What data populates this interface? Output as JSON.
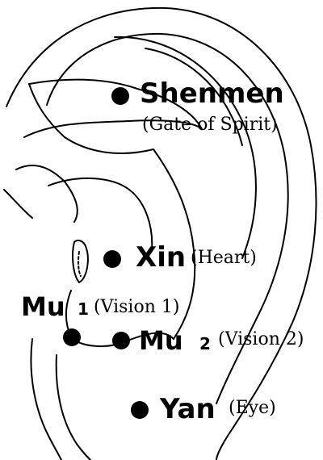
{
  "points": {
    "shenmen": {
      "name": "Shenmen",
      "translation": "(Gate of Spirit)"
    },
    "xin": {
      "name": "Xin",
      "translation": "(Heart)"
    },
    "mu1": {
      "name": "Mu",
      "number": "1",
      "translation": "(Vision 1)"
    },
    "mu2": {
      "name": "Mu",
      "number": "2",
      "translation": "(Vision 2)"
    },
    "yan": {
      "name": "Yan",
      "translation": "(Eye)"
    }
  },
  "colors": {
    "ink": "#000000",
    "background": "#ffffff"
  }
}
